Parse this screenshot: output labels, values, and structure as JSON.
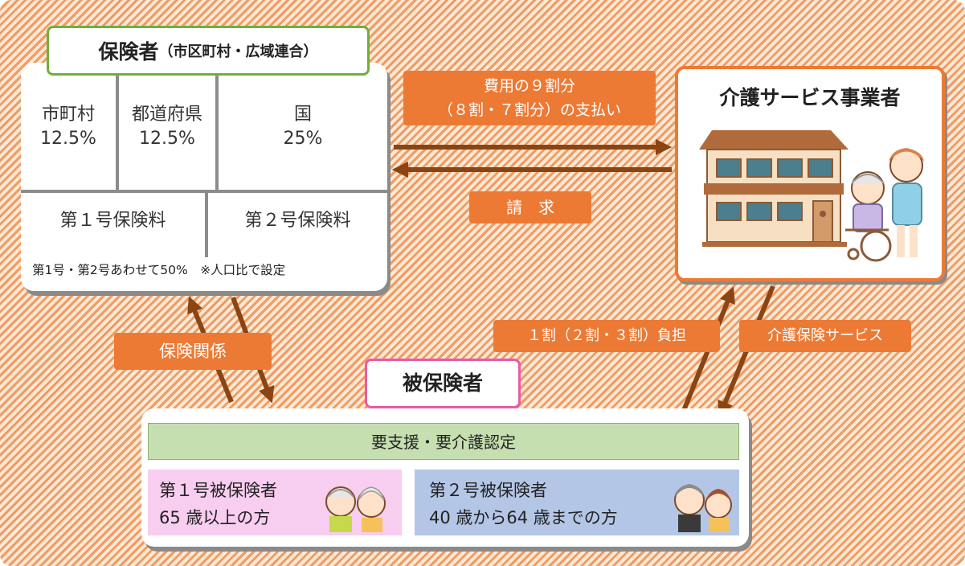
{
  "insurer": {
    "title": "保険者",
    "subtitle": "（市区町村・広域連合）",
    "cells": [
      {
        "name": "市町村",
        "pct": "12.5%"
      },
      {
        "name": "都道府県",
        "pct": "12.5%"
      },
      {
        "name": "国",
        "pct": "25%"
      }
    ],
    "premium1": "第１号保険料",
    "premium2": "第２号保険料",
    "note": "第1号・第2号あわせて50%　※人口比で設定"
  },
  "flows": {
    "payment_line1": "費用の９割分",
    "payment_line2": "（８割・７割分）の支払い",
    "claim": "請　求",
    "insurance_relation": "保険関係",
    "copay": "１割（２割・３割）負担",
    "service": "介護保険サービス"
  },
  "provider": {
    "title": "介護サービス事業者"
  },
  "insured": {
    "title": "被保険者",
    "certification": "要支援・要介護認定",
    "first": {
      "line1": "第１号被保険者",
      "line2": "65 歳以上の方"
    },
    "second": {
      "line1": "第２号被保険者",
      "line2": "40 歳から64 歳までの方"
    }
  },
  "colors": {
    "orange": "#ec7a35",
    "arrow_brown": "#8b4513",
    "insurer_border": "#6fb03a",
    "insured_border": "#e85aa8",
    "green_bar": "#c6dfb0",
    "pink_box": "#f7cdf0",
    "blue_box": "#b4c6e6"
  }
}
